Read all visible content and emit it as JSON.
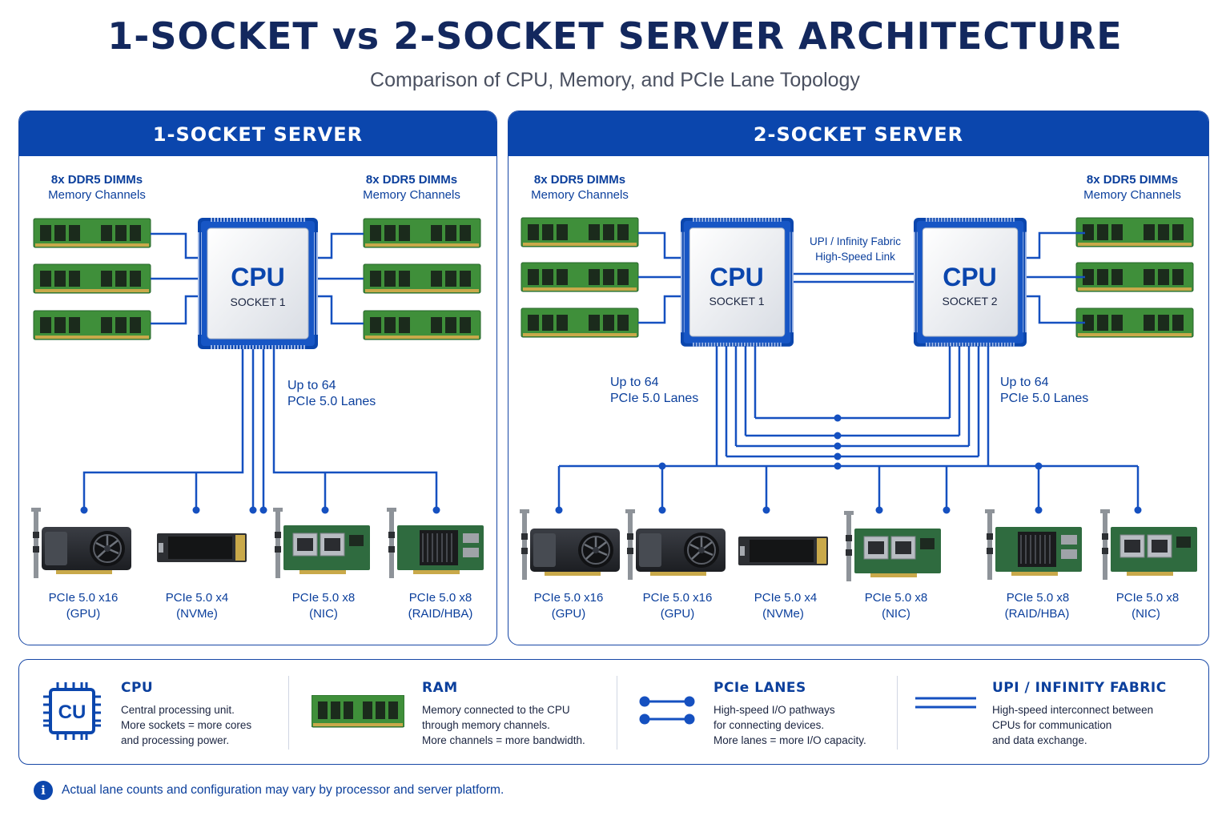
{
  "title": "1-SOCKET vs 2-SOCKET SERVER ARCHITECTURE",
  "subtitle": "Comparison of CPU, Memory, and PCIe Lane Topology",
  "colors": {
    "brand_blue": "#0b46ad",
    "navy": "#13285e",
    "dimm_green": "#3f8f3a",
    "pcb_green": "#2f6b3f",
    "line_blue": "#1550c0"
  },
  "panel1": {
    "title": "1-SOCKET SERVER",
    "mem_left": {
      "line1": "8x DDR5 DIMMs",
      "line2": "Memory Channels"
    },
    "mem_right": {
      "line1": "8x DDR5 DIMMs",
      "line2": "Memory Channels"
    },
    "cpu": {
      "label": "CPU",
      "socket": "SOCKET 1"
    },
    "lanes": {
      "line1": "Up to 64",
      "line2": "PCIe 5.0 Lanes"
    },
    "devices": [
      {
        "slot": "PCIe 5.0 x16",
        "type": "(GPU)"
      },
      {
        "slot": "PCIe 5.0 x4",
        "type": "(NVMe)"
      },
      {
        "slot": "PCIe 5.0 x8",
        "type": "(NIC)"
      },
      {
        "slot": "PCIe 5.0 x8",
        "type": "(RAID/HBA)"
      }
    ]
  },
  "panel2": {
    "title": "2-SOCKET SERVER",
    "mem_left": {
      "line1": "8x DDR5 DIMMs",
      "line2": "Memory Channels"
    },
    "mem_right": {
      "line1": "8x DDR5 DIMMs",
      "line2": "Memory Channels"
    },
    "cpu1": {
      "label": "CPU",
      "socket": "SOCKET 1"
    },
    "cpu2": {
      "label": "CPU",
      "socket": "SOCKET 2"
    },
    "link": {
      "line1": "UPI / Infinity Fabric",
      "line2": "High-Speed Link"
    },
    "lanes_left": {
      "line1": "Up to 64",
      "line2": "PCIe 5.0 Lanes"
    },
    "lanes_right": {
      "line1": "Up to 64",
      "line2": "PCIe 5.0 Lanes"
    },
    "devices": [
      {
        "slot": "PCIe 5.0 x16",
        "type": "(GPU)"
      },
      {
        "slot": "PCIe 5.0 x16",
        "type": "(GPU)"
      },
      {
        "slot": "PCIe 5.0 x4",
        "type": "(NVMe)"
      },
      {
        "slot": "PCIe 5.0 x8",
        "type": "(NIC)"
      },
      {
        "slot": "PCIe 5.0 x8",
        "type": "(RAID/HBA)"
      },
      {
        "slot": "PCIe 5.0 x8",
        "type": "(NIC)"
      }
    ]
  },
  "legend": {
    "cpu": {
      "icon_text": "CU",
      "title": "CPU",
      "desc": [
        "Central processing unit.",
        "More sockets = more cores",
        "and processing power."
      ]
    },
    "ram": {
      "title": "RAM",
      "desc": [
        "Memory connected to the CPU",
        "through memory channels.",
        "More channels = more bandwidth."
      ]
    },
    "pcie": {
      "title": "PCIe LANES",
      "desc": [
        "High-speed I/O pathways",
        "for connecting devices.",
        "More lanes = more I/O capacity."
      ]
    },
    "upi": {
      "title": "UPI / INFINITY FABRIC",
      "desc": [
        "High-speed interconnect between",
        "CPUs for communication",
        "and data exchange."
      ]
    }
  },
  "note": "Actual lane counts and configuration may vary by processor and server platform."
}
